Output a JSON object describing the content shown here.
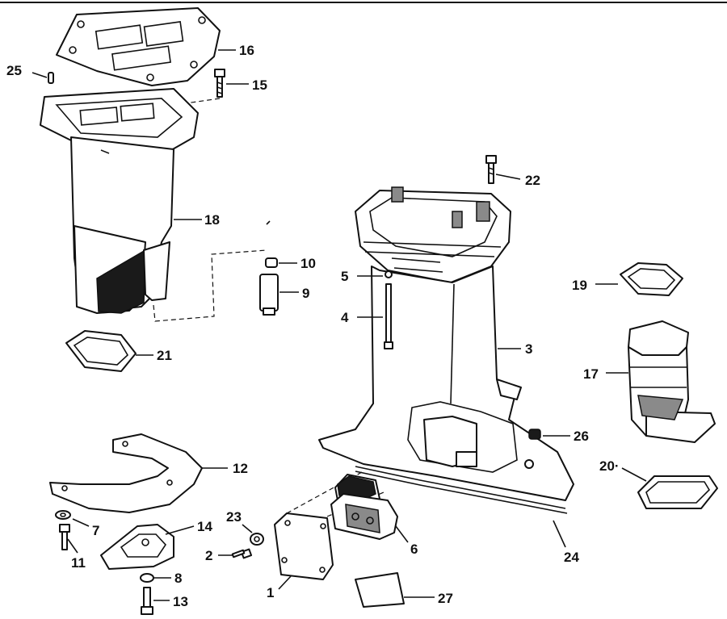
{
  "callouts": [
    {
      "id": "1",
      "label": "1"
    },
    {
      "id": "2",
      "label": "2"
    },
    {
      "id": "3",
      "label": "3"
    },
    {
      "id": "4",
      "label": "4"
    },
    {
      "id": "5",
      "label": "5"
    },
    {
      "id": "6",
      "label": "6"
    },
    {
      "id": "7",
      "label": "7"
    },
    {
      "id": "8",
      "label": "8"
    },
    {
      "id": "9",
      "label": "9"
    },
    {
      "id": "10",
      "label": "10"
    },
    {
      "id": "11",
      "label": "11"
    },
    {
      "id": "12",
      "label": "12"
    },
    {
      "id": "13",
      "label": "13"
    },
    {
      "id": "14",
      "label": "14"
    },
    {
      "id": "15",
      "label": "15"
    },
    {
      "id": "16",
      "label": "16"
    },
    {
      "id": "17",
      "label": "17"
    },
    {
      "id": "18",
      "label": "18"
    },
    {
      "id": "19",
      "label": "19"
    },
    {
      "id": "20",
      "label": "20·"
    },
    {
      "id": "21",
      "label": "21"
    },
    {
      "id": "22",
      "label": "22"
    },
    {
      "id": "23",
      "label": "23"
    },
    {
      "id": "24",
      "label": "24"
    },
    {
      "id": "25",
      "label": "25"
    },
    {
      "id": "26",
      "label": "26"
    },
    {
      "id": "27",
      "label": "27"
    }
  ]
}
